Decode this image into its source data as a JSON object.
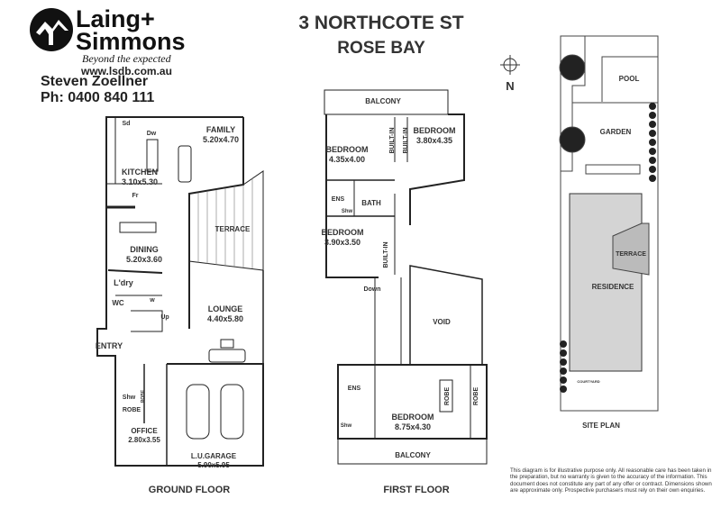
{
  "header": {
    "address": "3 NORTHCOTE ST",
    "suburb": "ROSE BAY"
  },
  "agency": {
    "logo_text_line1": "Laing+",
    "logo_text_line2": "Simmons",
    "tagline": "Beyond the expected",
    "website": "www.lsdb.com.au",
    "agent_name": "Steven Zoellner",
    "phone": "Ph: 0400 840 111"
  },
  "compass": {
    "label": "N",
    "icon": "compass-icon"
  },
  "ground_floor": {
    "title": "GROUND FLOOR",
    "rooms": {
      "family": {
        "name": "FAMILY",
        "size": "5.20x4.70"
      },
      "kitchen": {
        "name": "KITCHEN",
        "size": "3.10x5.30"
      },
      "dining": {
        "name": "DINING",
        "size": "5.20x3.60"
      },
      "terrace": {
        "name": "TERRACE"
      },
      "laundry": {
        "name": "L'dry"
      },
      "wc": {
        "name": "WC"
      },
      "lounge": {
        "name": "LOUNGE",
        "size": "4.40x5.80"
      },
      "entry": {
        "name": "ENTRY"
      },
      "office": {
        "name": "OFFICE",
        "size": "2.80x3.55"
      },
      "garage": {
        "name": "L.U.GARAGE",
        "size": "5.90x5.95"
      }
    },
    "fixtures": {
      "sd": "Sd",
      "dw": "Dw",
      "fr": "Fr",
      "w": "w",
      "up": "Up",
      "shw": "Shw",
      "robe": "ROBE",
      "robe_small": "ROBE"
    }
  },
  "first_floor": {
    "title": "FIRST FLOOR",
    "rooms": {
      "balcony_top": {
        "name": "BALCONY"
      },
      "bedroom1": {
        "name": "BEDROOM",
        "size": "4.35x4.00"
      },
      "bedroom2": {
        "name": "BEDROOM",
        "size": "3.80x4.35"
      },
      "bedroom3": {
        "name": "BEDROOM",
        "size": "3.90x3.50"
      },
      "ens1": {
        "name": "ENS"
      },
      "bath": {
        "name": "BATH"
      },
      "void": {
        "name": "VOID"
      },
      "ens2": {
        "name": "ENS"
      },
      "main_bedroom": {
        "name": "BEDROOM",
        "size": "8.75x4.30"
      },
      "balcony_bottom": {
        "name": "BALCONY"
      }
    },
    "fixtures": {
      "built_in_1": "BUILT-IN",
      "built_in_2": "BUILT-IN",
      "built_in_3": "BUILT-IN",
      "shw1": "Shw",
      "shw2": "Shw",
      "down": "Down",
      "robe1": "ROBE",
      "robe2": "ROBE"
    }
  },
  "site_plan": {
    "title": "SITE PLAN",
    "areas": {
      "pool": "POOL",
      "garden": "GARDEN",
      "terrace": "TERRACE",
      "residence": "RESIDENCE",
      "courtyard": "COURTYARD"
    },
    "residence_fill": "#d4d4d4"
  },
  "disclaimer": "This diagram is for illustrative purpose only. All reasonable care has been taken in the preparation, but no warranty is given to the accuracy of the information. This document does not constitute any part of any offer or contract. Dimensions shown are approximate only. Prospective purchasers must rely on their own enquiries."
}
